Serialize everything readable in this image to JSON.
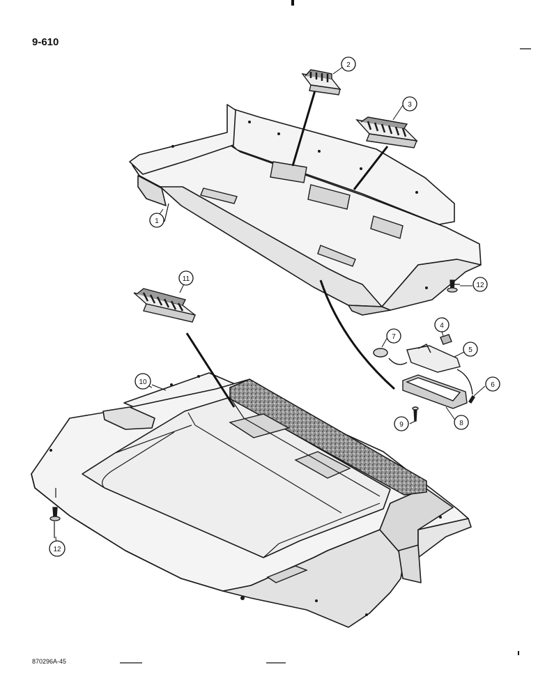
{
  "page_number": "9-610",
  "drawing_code": "870296A-45",
  "callouts": {
    "c1": "1",
    "c2": "2",
    "c3": "3",
    "c4": "4",
    "c5": "5",
    "c6": "6",
    "c7": "7",
    "c8": "8",
    "c9": "9",
    "c10": "10",
    "c11": "11",
    "c12a": "12",
    "c12b": "12"
  },
  "colors": {
    "line": "#1a1a1a",
    "panel_fill": "#f4f4f4",
    "shade": "#d6d6d6",
    "felt": "#6a6a6a"
  }
}
